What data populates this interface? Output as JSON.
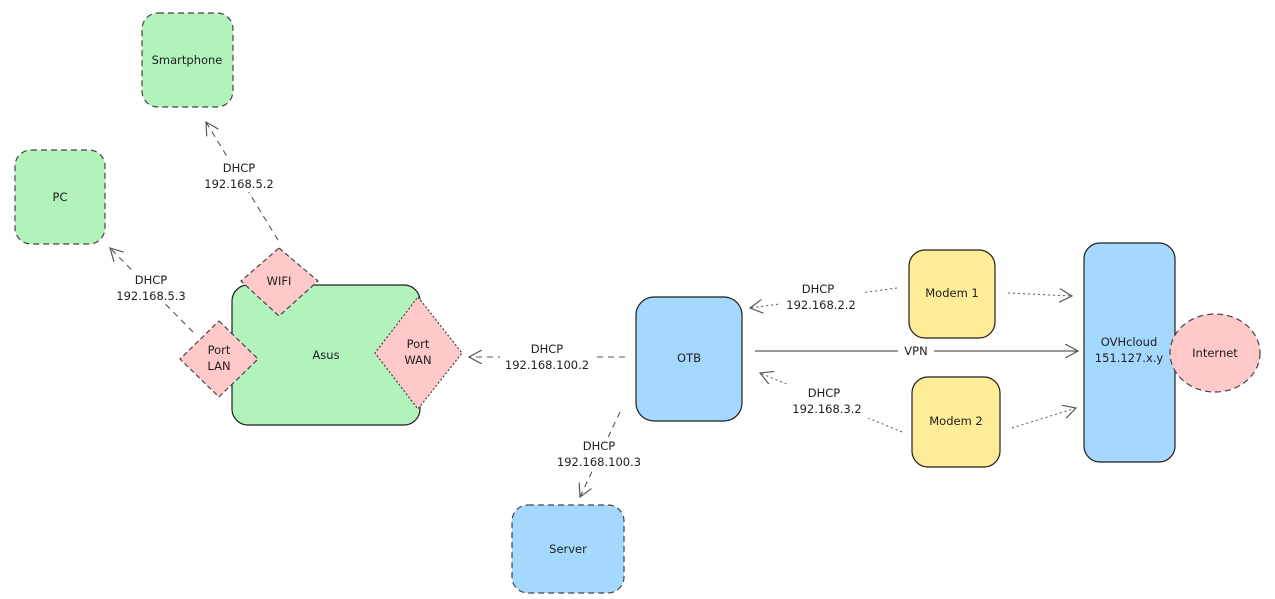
{
  "diagram": {
    "colors": {
      "green": "#b2f2bb",
      "red": "#ffc9c9",
      "blue": "#a5d8ff",
      "yellow": "#ffec99",
      "stroke": "#1e1e1e"
    },
    "nodes": {
      "smartphone": "Smartphone",
      "pc": "PC",
      "asus": "Asus",
      "wifi": "WIFI",
      "port_lan": [
        "Port",
        "LAN"
      ],
      "port_wan": [
        "Port",
        "WAN"
      ],
      "otb": "OTB",
      "server": "Server",
      "modem1": "Modem 1",
      "modem2": "Modem 2",
      "ovhcloud": [
        "OVHcloud",
        "151.127.x.y"
      ],
      "internet": "Internet"
    },
    "edges": {
      "wifi_smartphone": [
        "DHCP",
        "192.168.5.2"
      ],
      "lan_pc": [
        "DHCP",
        "192.168.5.3"
      ],
      "otb_wan": [
        "DHCP",
        "192.168.100.2"
      ],
      "otb_server": [
        "DHCP",
        "192.168.100.3"
      ],
      "modem1_otb": [
        "DHCP",
        "192.168.2.2"
      ],
      "modem2_otb": [
        "DHCP",
        "192.168.3.2"
      ],
      "otb_ovh": "VPN"
    }
  }
}
